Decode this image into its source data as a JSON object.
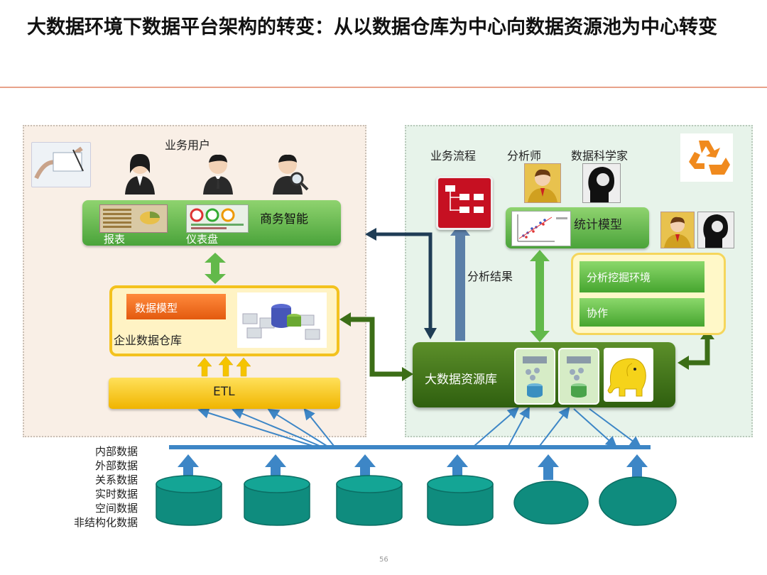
{
  "title": "大数据环境下数据平台架构的转变：从以数据仓库为中心向数据资源池为中心转变",
  "left": {
    "business_users": "业务用户",
    "bi": "商务智能",
    "report": "报表",
    "dashboard": "仪表盘",
    "data_model": "数据模型",
    "enterprise_dw": "企业数据仓库",
    "etl": "ETL"
  },
  "right": {
    "business_process": "业务流程",
    "analyst": "分析师",
    "data_scientist": "数据科学家",
    "stat_model": "统计模型",
    "mining_env": "分析挖掘环境",
    "collaboration": "协作",
    "analysis_result": "分析结果",
    "big_data_pool": "大数据资源库"
  },
  "sources": [
    "内部数据",
    "外部数据",
    "关系数据",
    "实时数据",
    "空间数据",
    "非结构化数据"
  ],
  "page_number": "56",
  "colors": {
    "accent_green": "#4aa33a",
    "dark_green": "#3c6e17",
    "etl_yellow": "#f5c400",
    "model_orange": "#f07020",
    "arrow_blue": "#3d86c6",
    "database_teal": "#0f8c7e",
    "left_panel": "#f9efe6",
    "right_panel": "#e7f3ea"
  }
}
